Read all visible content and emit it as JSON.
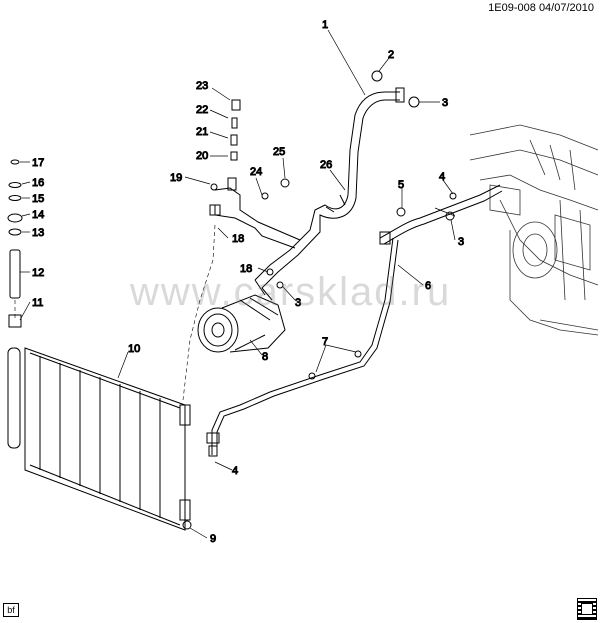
{
  "header": {
    "code": "1E09-008",
    "date": "04/07/2010"
  },
  "watermark": "www.carsklad.ru",
  "footer": {
    "tag": "bf"
  },
  "callouts": [
    "1",
    "2",
    "3",
    "3",
    "3",
    "4",
    "4",
    "5",
    "6",
    "7",
    "8",
    "9",
    "10",
    "11",
    "12",
    "13",
    "14",
    "15",
    "16",
    "17",
    "18",
    "18",
    "19",
    "20",
    "21",
    "22",
    "23",
    "24",
    "25",
    "26"
  ]
}
